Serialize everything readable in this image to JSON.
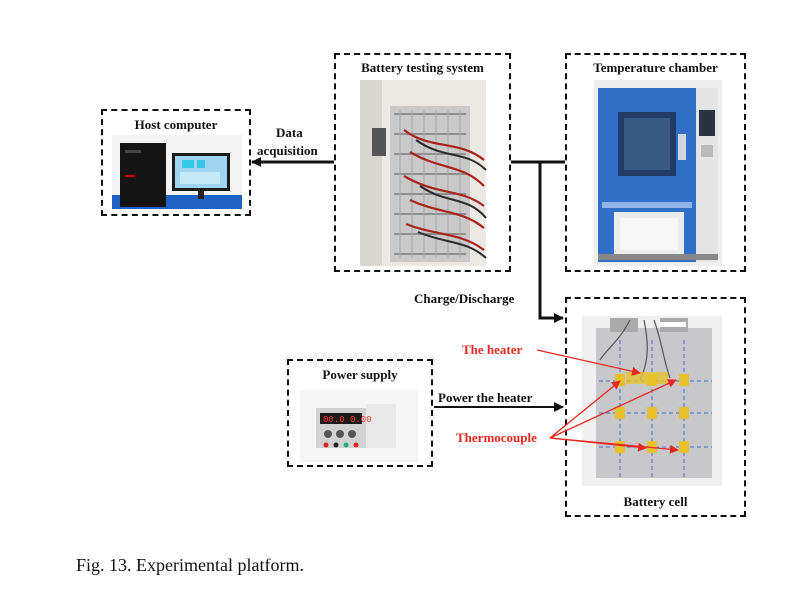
{
  "boxes": {
    "host": "Host computer",
    "battery_system": "Battery testing system",
    "chamber": "Temperature chamber",
    "power_supply": "Power supply",
    "battery_cell": "Battery cell"
  },
  "flows": {
    "data_line1": "Data",
    "data_line2": "acquisition",
    "charge": "Charge/Discharge",
    "power_heater": "Power the heater"
  },
  "annotations": {
    "heater": "The heater",
    "thermocouple": "Thermocouple"
  },
  "power_supply_display": "00.0 0.00",
  "caption": "Fig. 13.   Experimental platform.",
  "colors": {
    "annotation": "#e8281f",
    "chamber_blue": "#2f6fc8",
    "sensor_yellow": "#e6c12c",
    "grid_blue": "#3b6fd6"
  }
}
